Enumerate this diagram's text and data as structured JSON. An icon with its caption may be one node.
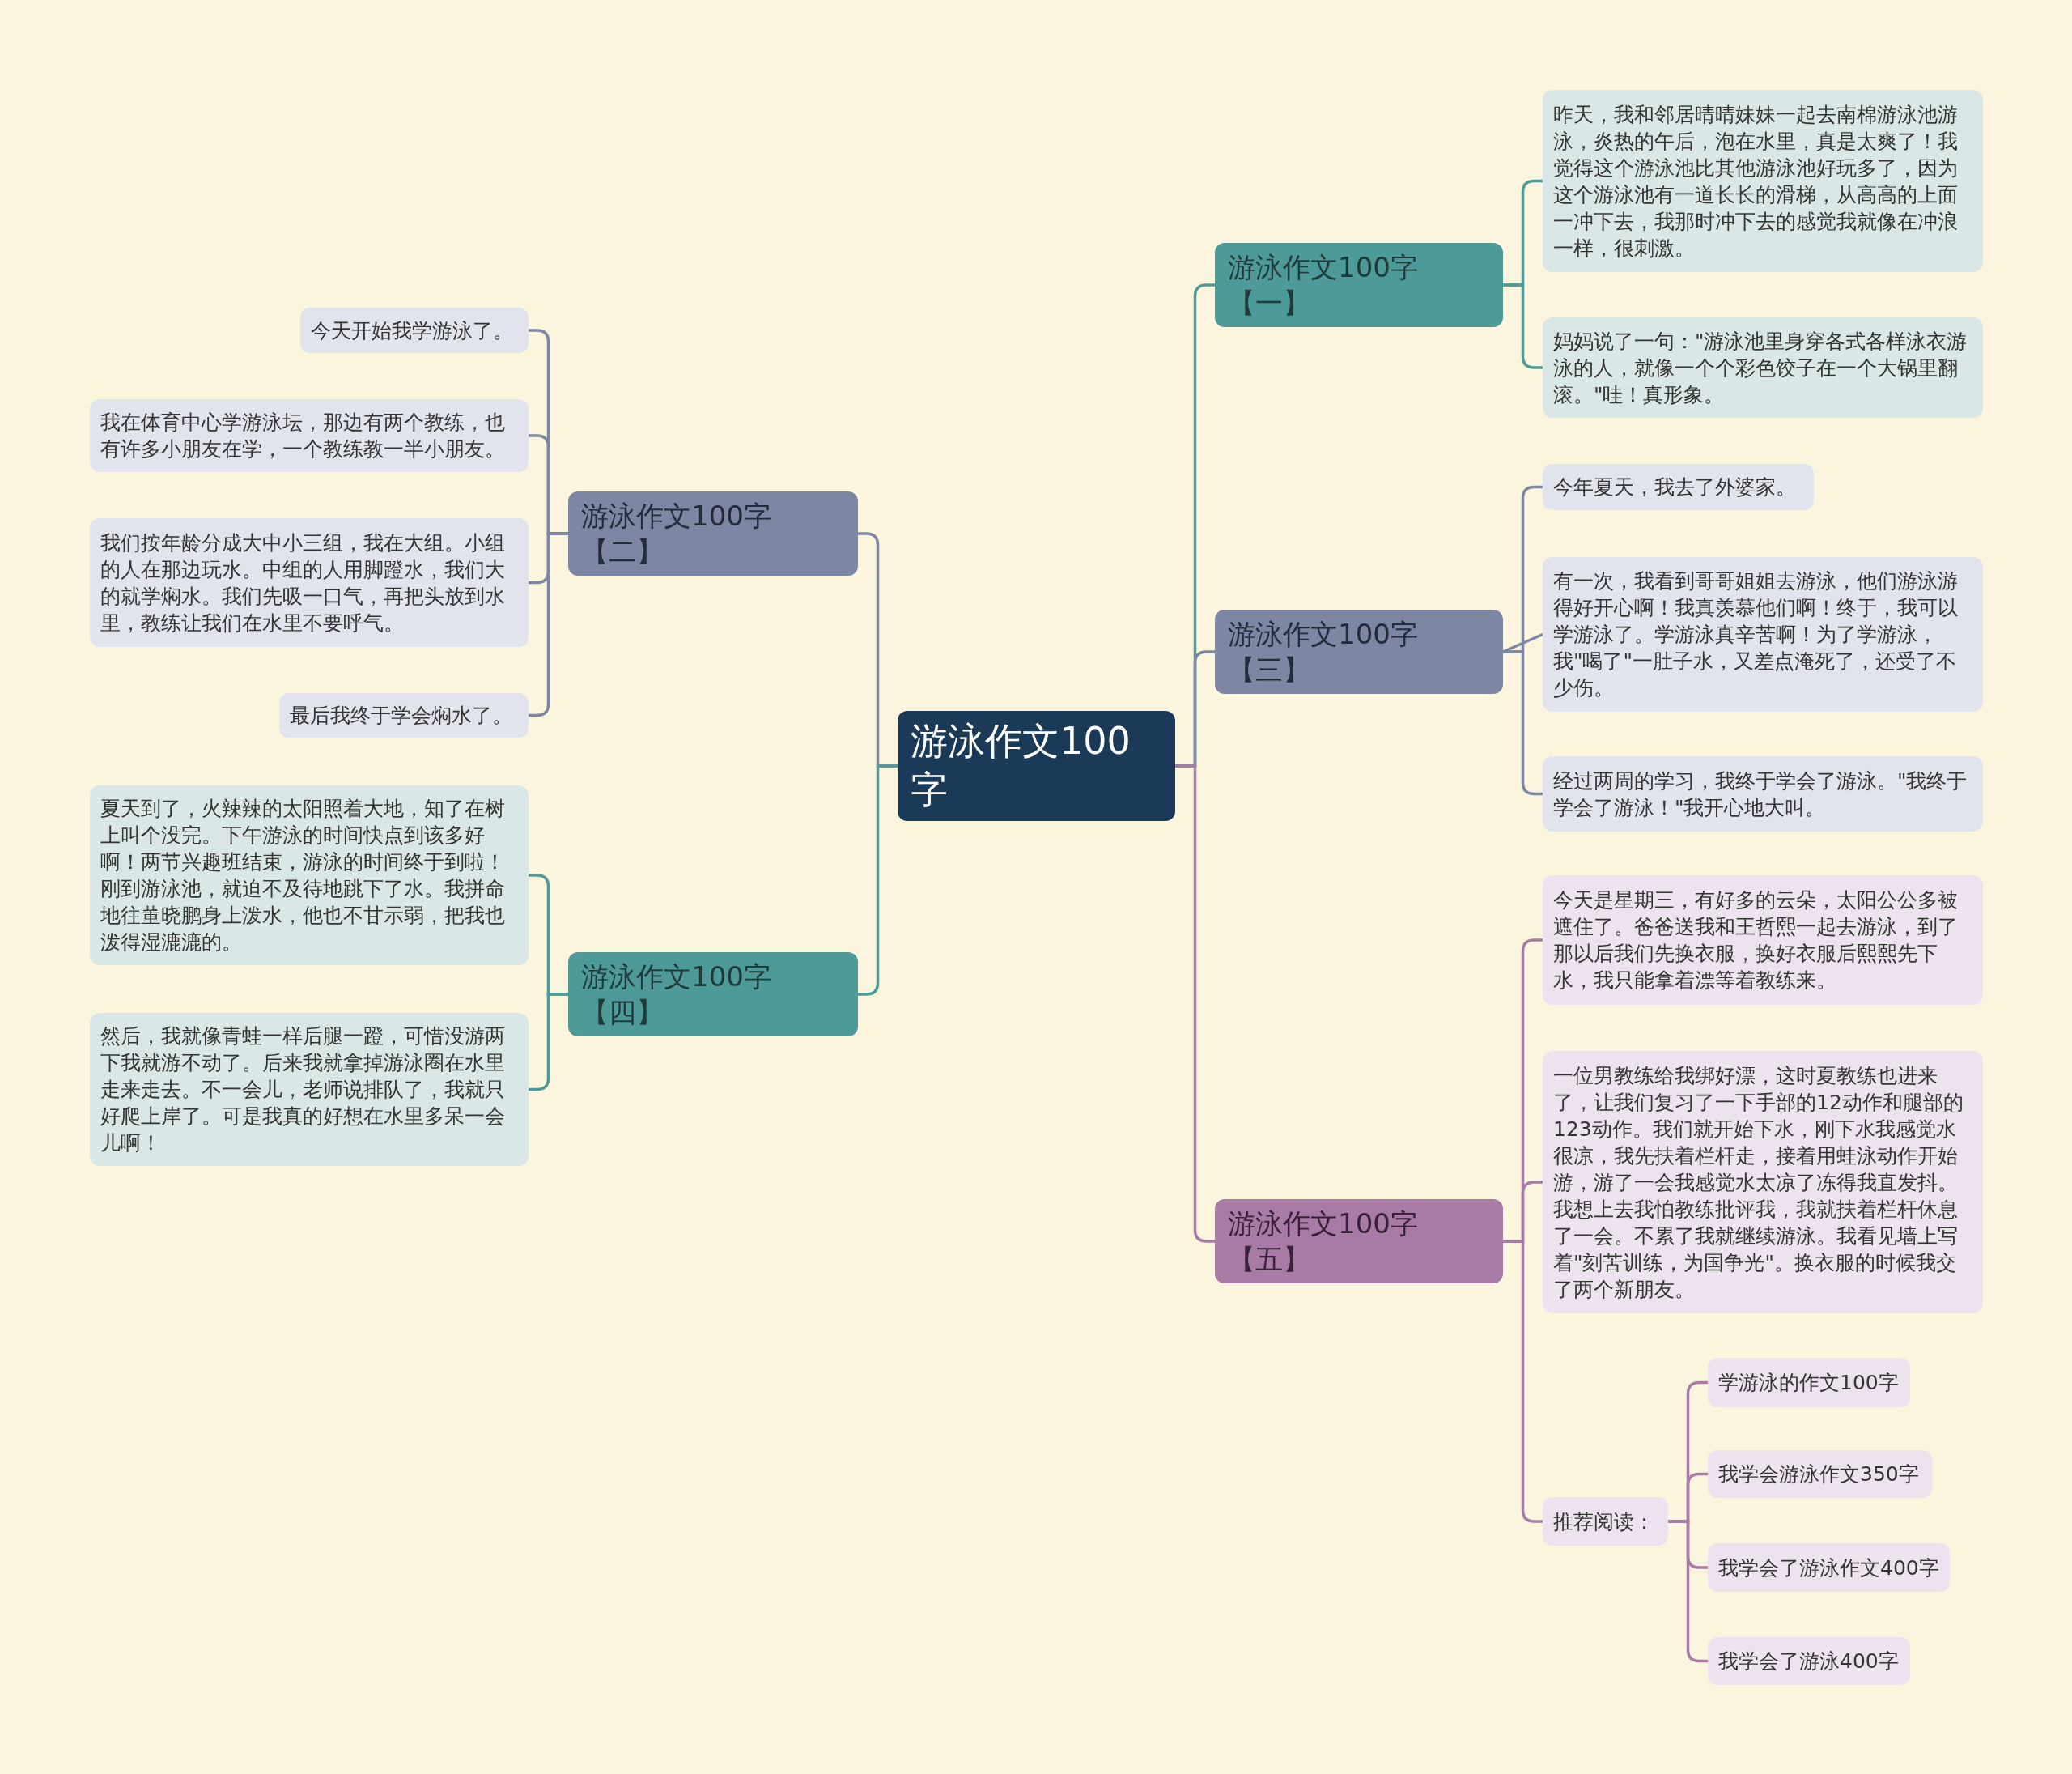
{
  "diagram": {
    "nodes": [
      {
        "text": [
          "游泳作文100字"
        ]
      },
      {
        "text": [
          "游泳作文100字【一】"
        ]
      },
      {
        "text": [
          "昨天，我和邻居晴晴妹妹一起去南棉游泳池游泳，炎热的午后，泡在水里，真是太爽了！我觉得这个游泳池比其他游泳池好玩多了，因为这个游泳池有一道长长的滑梯，从高高的上面一冲下去，我那时冲下去的感觉我就像在冲浪一样，很刺激。"
        ]
      },
      {
        "text": [
          "妈妈说了一句：\"游泳池里身穿各式各样泳衣游泳的人，就像一个个彩色饺子在一个大锅里翻滚。\"哇！真形象。"
        ]
      },
      {
        "text": [
          "游泳作文100字【三】"
        ]
      },
      {
        "text": [
          "今年夏天，我去了外婆家。"
        ]
      },
      {
        "text": [
          "有一次，我看到哥哥姐姐去游泳，他们游泳游得好开心啊！我真羡慕他们啊！终于，我可以学游泳了。学游泳真辛苦啊！为了学游泳，我\"喝了\"一肚子水，又差点淹死了，还受了不少伤。"
        ]
      },
      {
        "text": [
          "经过两周的学习，我终于学会了游泳。\"我终于学会了游泳！\"我开心地大叫。"
        ]
      },
      {
        "text": [
          "游泳作文100字【五】"
        ]
      },
      {
        "text": [
          "今天是星期三，有好多的云朵，太阳公公多被遮住了。爸爸送我和王哲熙一起去游泳，到了那以后我们先换衣服，换好衣服后熙熙先下水，我只能拿着漂等着教练来。"
        ]
      },
      {
        "text": [
          "一位男教练给我绑好漂，这时夏教练也进来了，让我们复习了一下手部的12动作和腿部的123动作。我们就开始下水，刚下水我感觉水很凉，我先扶着栏杆走，接着用蛙泳动作开始游，游了一会我感觉水太凉了冻得我直发抖。我想上去我怕教练批评我，我就扶着栏杆休息了一会。不累了我就继续游泳。我看见墙上写着\"刻苦训练，为国争光\"。换衣服的时候我交了两个新朋友。"
        ]
      },
      {
        "text": [
          "推荐阅读："
        ]
      },
      {
        "text": [
          "学游泳的作文100字"
        ]
      },
      {
        "text": [
          "我学会游泳作文350字"
        ]
      },
      {
        "text": [
          "我学会了游泳作文400字"
        ]
      },
      {
        "text": [
          "我学会了游泳400字"
        ]
      },
      {
        "text": [
          "游泳作文100字【二】"
        ]
      },
      {
        "text": [
          "今天开始我学游泳了。"
        ]
      },
      {
        "text": [
          "我在体育中心学游泳坛，那边有两个教练，也有许多小朋友在学，一个教练教一半小朋友。"
        ]
      },
      {
        "text": [
          "我们按年龄分成大中小三组，我在大组。小组的人在那边玩水。中组的人用脚蹬水，我们大的就学焖水。我们先吸一口气，再把头放到水里，教练让我们在水里不要呼气。"
        ]
      },
      {
        "text": [
          "最后我终于学会焖水了。"
        ]
      },
      {
        "text": [
          "游泳作文100字【四】"
        ]
      },
      {
        "text": [
          "夏天到了，火辣辣的太阳照着大地，知了在树上叫个没完。下午游泳的时间快点到该多好啊！两节兴趣班结束，游泳的时间终于到啦！刚到游泳池，就迫不及待地跳下了水。我拼命地往董晓鹏身上泼水，他也不甘示弱，把我也泼得湿漉漉的。"
        ]
      },
      {
        "text": [
          "然后，我就像青蛙一样后腿一蹬，可惜没游两下我就游不动了。后来我就拿掉游泳圈在水里走来走去。不一会儿，老师说排队了，我就只好爬上岸了。可是我真的好想在水里多呆一会儿啊！"
        ]
      }
    ],
    "edges": [
      {
        "from": 0,
        "to": 1,
        "arrow": "none",
        "color": "#4e9a98"
      },
      {
        "from": 1,
        "to": 2,
        "arrow": "none",
        "color": "#4e9a98"
      },
      {
        "from": 1,
        "to": 3,
        "arrow": "none",
        "color": "#4e9a98"
      },
      {
        "from": 0,
        "to": 4,
        "arrow": "none",
        "color": "#7d86a3"
      },
      {
        "from": 4,
        "to": 5,
        "arrow": "none",
        "color": "#7d86a3"
      },
      {
        "from": 4,
        "to": 6,
        "arrow": "none",
        "color": "#7d86a3"
      },
      {
        "from": 4,
        "to": 7,
        "arrow": "none",
        "color": "#7d86a3"
      },
      {
        "from": 0,
        "to": 8,
        "arrow": "none",
        "color": "#a77ba6"
      },
      {
        "from": 8,
        "to": 9,
        "arrow": "none",
        "color": "#a77ba6"
      },
      {
        "from": 8,
        "to": 10,
        "arrow": "none",
        "color": "#a77ba6"
      },
      {
        "from": 8,
        "to": 11,
        "arrow": "none",
        "color": "#a77ba6"
      },
      {
        "from": 11,
        "to": 12,
        "arrow": "none",
        "color": "#a77ba6"
      },
      {
        "from": 11,
        "to": 13,
        "arrow": "none",
        "color": "#a77ba6"
      },
      {
        "from": 11,
        "to": 14,
        "arrow": "none",
        "color": "#a77ba6"
      },
      {
        "from": 11,
        "to": 15,
        "arrow": "none",
        "color": "#a77ba6"
      },
      {
        "from": 0,
        "to": 16,
        "arrow": "none",
        "color": "#7d86a3"
      },
      {
        "from": 16,
        "to": 17,
        "arrow": "none",
        "color": "#7d86a3"
      },
      {
        "from": 16,
        "to": 18,
        "arrow": "none",
        "color": "#7d86a3"
      },
      {
        "from": 16,
        "to": 19,
        "arrow": "none",
        "color": "#7d86a3"
      },
      {
        "from": 16,
        "to": 20,
        "arrow": "none",
        "color": "#7d86a3"
      },
      {
        "from": 0,
        "to": 21,
        "arrow": "none",
        "color": "#4e9a98"
      },
      {
        "from": 21,
        "to": 22,
        "arrow": "none",
        "color": "#4e9a98"
      },
      {
        "from": 21,
        "to": 23,
        "arrow": "none",
        "color": "#4e9a98"
      }
    ]
  }
}
